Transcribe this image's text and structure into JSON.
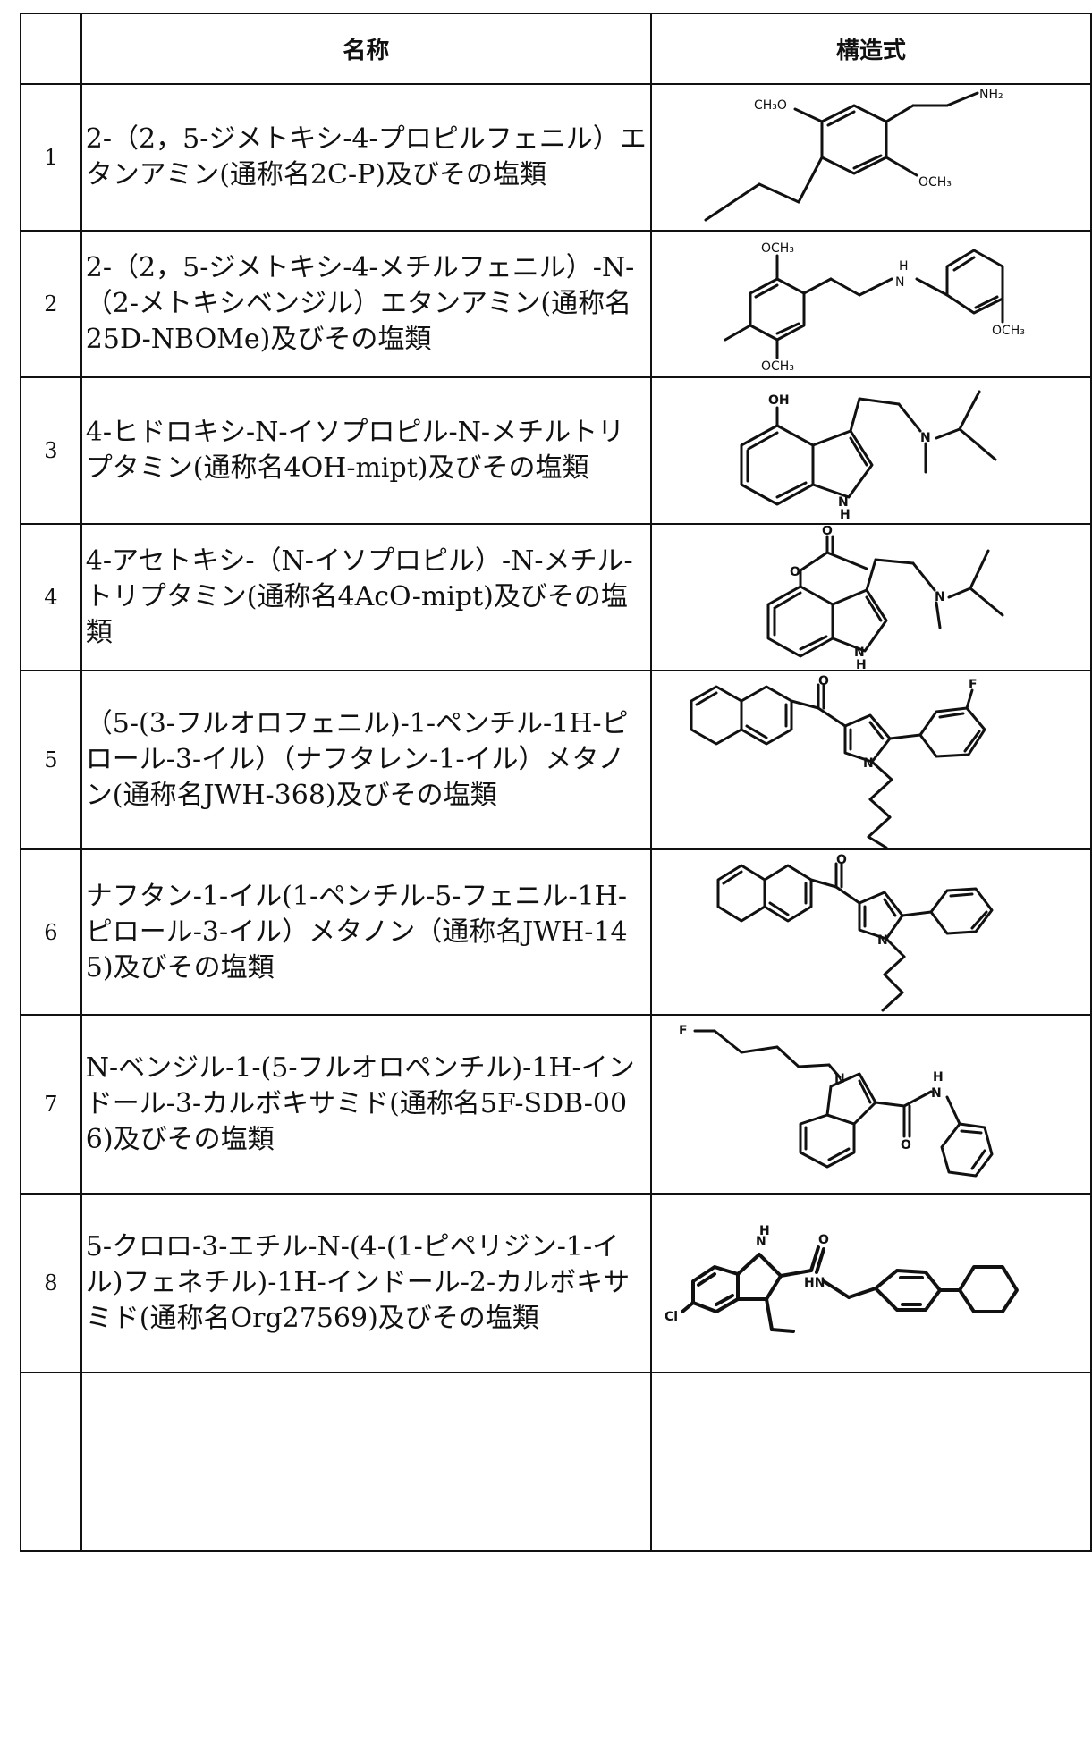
{
  "header": {
    "number": "",
    "name": "名称",
    "structure": "構造式"
  },
  "rows": [
    {
      "number": "1",
      "name": "2-（2，5-ジメトキシ-4-プロピルフェニル）エタンアミン(通称名2C-P)及びその塩類",
      "structure_icon": "chemical-structure-2c-p",
      "labels": {
        "a": "CH₃O",
        "b": "NH₂",
        "c": "OCH₃"
      }
    },
    {
      "number": "2",
      "name": "2-（2，5-ジメトキシ-4-メチルフェニル）-N-（2-メトキシベンジル）エタンアミン(通称名25D-NBOMe)及びその塩類",
      "structure_icon": "chemical-structure-25d-nbome",
      "labels": {
        "a": "OCH₃",
        "b": "H",
        "c": "N",
        "d": "OCH₃",
        "e": "OCH₃"
      }
    },
    {
      "number": "3",
      "name": "4-ヒドロキシ-N-イソプロピル-N-メチルトリプタミン(通称名4OH-mipt)及びその塩類",
      "structure_icon": "chemical-structure-4oh-mipt",
      "labels": {
        "a": "OH",
        "b": "N",
        "c": "N",
        "d": "H"
      }
    },
    {
      "number": "4",
      "name": "4-アセトキシ-（N-イソプロピル）-N-メチル-トリプタミン(通称名4AcO-mipt)及びその塩類",
      "structure_icon": "chemical-structure-4aco-mipt",
      "labels": {
        "a": "O",
        "b": "O",
        "c": "N",
        "d": "N",
        "e": "H"
      }
    },
    {
      "number": "5",
      "name": "（5-(3-フルオロフェニル)-1-ペンチル-1H-ピロール-3-イル）（ナフタレン-1-イル）メタノン(通称名JWH-368)及びその塩類",
      "structure_icon": "chemical-structure-jwh-368",
      "labels": {
        "a": "O",
        "b": "F",
        "c": "N"
      }
    },
    {
      "number": "6",
      "name": "ナフタン-1-イル(1-ペンチル-5-フェニル-1H-ピロール-3-イル）メタノン（通称名JWH-145)及びその塩類",
      "structure_icon": "chemical-structure-jwh-145",
      "labels": {
        "a": "O",
        "b": "N"
      }
    },
    {
      "number": "7",
      "name": "N-ベンジル-1-(5-フルオロペンチル)-1H-インドール-3-カルボキサミド(通称名5F-SDB-006)及びその塩類",
      "structure_icon": "chemical-structure-5f-sdb-006",
      "labels": {
        "a": "F",
        "b": "N",
        "c": "H",
        "d": "N",
        "e": "O"
      }
    },
    {
      "number": "8",
      "name": "5-クロロ-3-エチル-N-(4-(1-ピペリジン-1-イル)フェネチル)-1H-インドール-2-カルボキサミド(通称名Org27569)及びその塩類",
      "structure_icon": "chemical-structure-org27569",
      "labels": {
        "a": "N",
        "b": "H",
        "c": "O",
        "d": "Cl",
        "e": "HN"
      }
    },
    {
      "number": "",
      "name": "",
      "structure_icon": ""
    }
  ]
}
